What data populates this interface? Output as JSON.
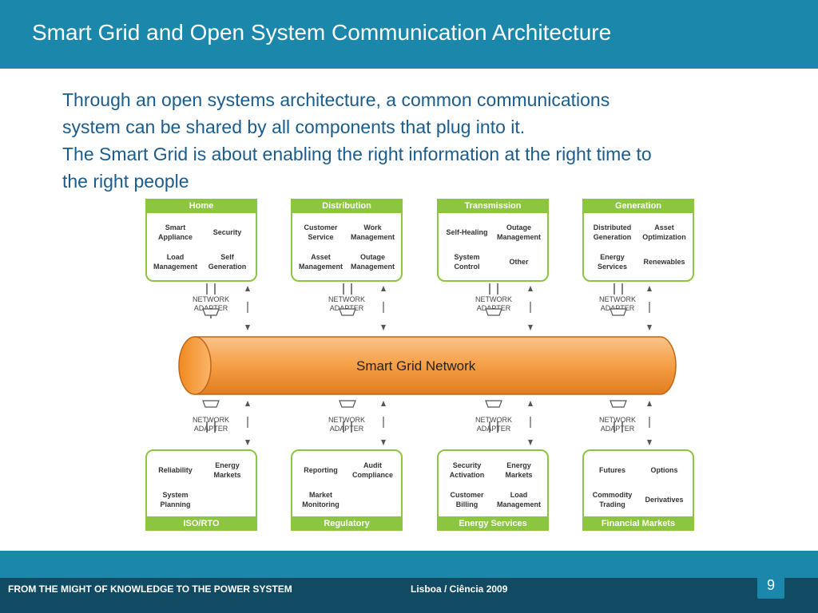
{
  "header": {
    "title": "Smart Grid and Open System Communication Architecture"
  },
  "intro": {
    "lines": [
      "Through an open systems architecture, a common communications",
      "system can be shared by all components that plug into it.",
      "The Smart Grid is about enabling the right information at the right time to",
      "the right people"
    ]
  },
  "diagram": {
    "network_label": "Smart Grid Network",
    "adapter_label": "NETWORK\nADAPTER",
    "top_boxes": [
      {
        "title": "Home",
        "items": [
          "Smart\nAppliance",
          "Security",
          "Load\nManagement",
          "Self\nGeneration"
        ]
      },
      {
        "title": "Distribution",
        "items": [
          "Customer\nService",
          "Work\nManagement",
          "Asset\nManagement",
          "Outage\nManagement"
        ]
      },
      {
        "title": "Transmission",
        "items": [
          "Self-Healing",
          "Outage\nManagement",
          "System\nControl",
          "Other"
        ]
      },
      {
        "title": "Generation",
        "items": [
          "Distributed\nGeneration",
          "Asset\nOptimization",
          "Energy\nServices",
          "Renewables"
        ]
      }
    ],
    "bottom_boxes": [
      {
        "title": "ISO/RTO",
        "items": [
          "Reliability",
          "Energy\nMarkets",
          "System\nPlanning",
          ""
        ]
      },
      {
        "title": "Regulatory",
        "items": [
          "Reporting",
          "Audit\nCompliance",
          "Market\nMonitoring",
          ""
        ]
      },
      {
        "title": "Energy Services",
        "items": [
          "Security\nActivation",
          "Energy\nMarkets",
          "Customer\nBilling",
          "Load\nManagement"
        ]
      },
      {
        "title": "Financial Markets",
        "items": [
          "Futures",
          "Options",
          "Commodity\nTrading",
          "Derivatives"
        ]
      }
    ]
  },
  "footer": {
    "left": "FROM THE MIGHT OF KNOWLEDGE TO THE POWER SYSTEM",
    "center": "Lisboa /  Ciência 2009",
    "page_number": "9"
  },
  "colors": {
    "header": "#1a87ab",
    "footer_dark": "#104a63",
    "intro_text": "#1a5c8c",
    "box_border": "#8cc53f",
    "pipe": "#f7a24a"
  }
}
